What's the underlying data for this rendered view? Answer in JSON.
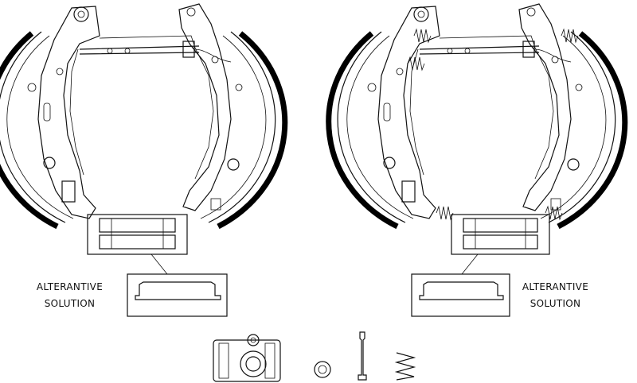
{
  "labels": {
    "left_alternative": {
      "line1": "ALTERANTIVE",
      "line2": "SOLUTION"
    },
    "right_alternative": {
      "line1": "ALTERANTIVE",
      "line2": "SOLUTION"
    }
  },
  "parts": [
    "brake-shoe-assembly-left",
    "brake-shoe-assembly-right",
    "wheel-cylinder",
    "washer",
    "hold-down-pin",
    "hold-down-spring"
  ]
}
